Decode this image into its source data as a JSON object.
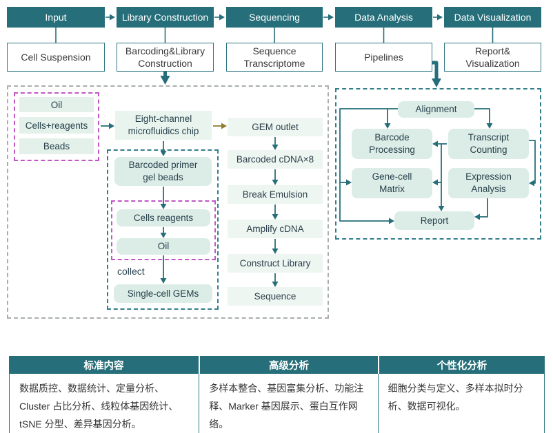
{
  "pipeline": {
    "stages": [
      {
        "label": "Input",
        "sub": "Cell Suspension"
      },
      {
        "label": "Library Construction",
        "sub": "Barcoding&Library Construction"
      },
      {
        "label": "Sequencing",
        "sub": "Sequence Transcriptome"
      },
      {
        "label": "Data Analysis",
        "sub": "Pipelines"
      },
      {
        "label": "Data Visualization",
        "sub": "Report& Visualization"
      }
    ]
  },
  "left_flow": {
    "inputs": [
      "Oil",
      "Cells+reagents",
      "Beads"
    ],
    "chip": "Eight-channel microfluidics chip",
    "gel_beads": "Barcoded primer gel beads",
    "cells_reagents": "Cells reagents",
    "oil": "Oil",
    "collect_label": "collect",
    "gems": "Single-cell GEMs"
  },
  "middle_flow": {
    "steps": [
      "GEM outlet",
      "Barcoded cDNA×8",
      "Break Emulsion",
      "Amplify cDNA",
      "Construct Library",
      "Sequence"
    ]
  },
  "analysis": {
    "alignment": "Alignment",
    "barcode_processing": "Barcode Processing",
    "transcript_counting": "Transcript Counting",
    "gene_cell_matrix": "Gene-cell Matrix",
    "expression_analysis": "Expression Analysis",
    "report": "Report"
  },
  "table": {
    "headers": [
      "标准内容",
      "高级分析",
      "个性化分析"
    ],
    "cells": [
      "数据质控、数据统计、定量分析、Cluster 占比分析、线粒体基因统计、tSNE 分型、差异基因分析。",
      "多样本整合、基因富集分析、功能注释、Marker 基因展示、蛋白互作网络。",
      "细胞分类与定义、多样本拟时分析、数据可视化。"
    ]
  },
  "colors": {
    "teal": "#266f7a",
    "teal_border": "#2e7682",
    "magenta_dash": "#c057c4",
    "teal_dash": "#337d8b",
    "gray_dash": "#a8aeae",
    "olive_arrow": "#8f7d33",
    "light_green": "#e3f1ea",
    "rounded_green": "#dcede7",
    "pale_green": "#edf6f1"
  }
}
